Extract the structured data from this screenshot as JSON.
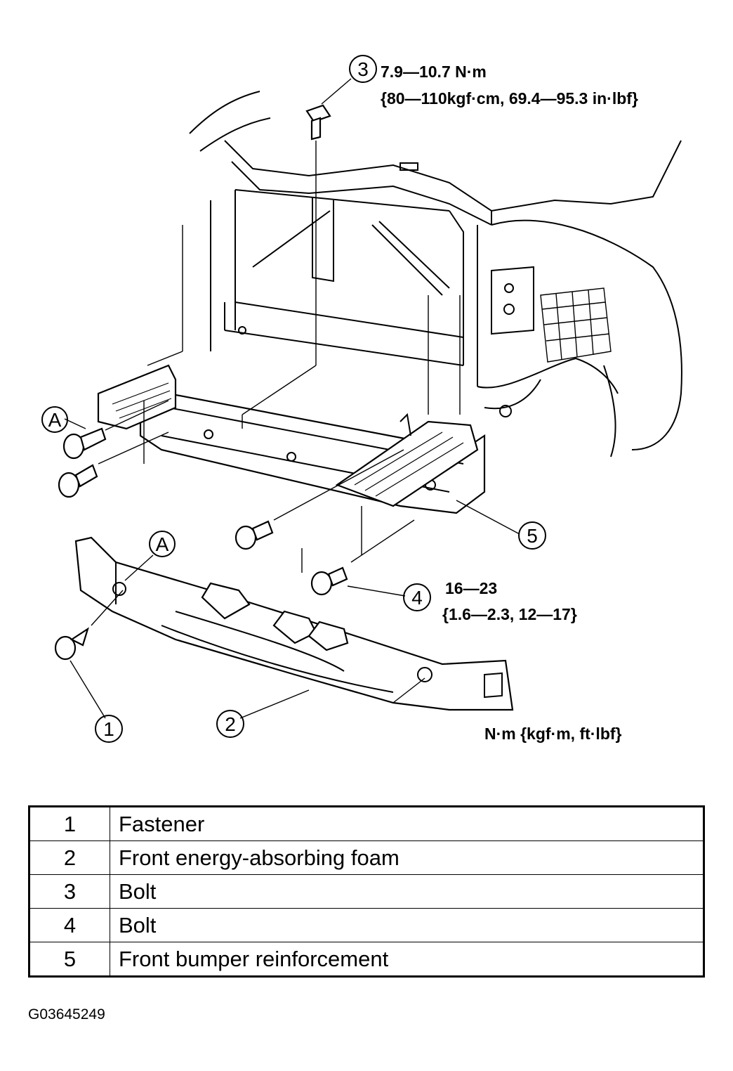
{
  "callouts": {
    "c1": "1",
    "c2": "2",
    "c3": "3",
    "c4": "4",
    "c5": "5",
    "a_left": "A",
    "a_foam": "A"
  },
  "torque": {
    "bolt3_line1": "7.9—10.7 N·m",
    "bolt3_line2": "{80—110kgf·cm, 69.4—95.3 in·lbf}",
    "bolt4_line1": "16—23",
    "bolt4_line2": "{1.6—2.3, 12—17}",
    "units_note": "N·m {kgf·m, ft·lbf}"
  },
  "parts": [
    {
      "num": "1",
      "name": "Fastener"
    },
    {
      "num": "2",
      "name": "Front energy-absorbing foam"
    },
    {
      "num": "3",
      "name": "Bolt"
    },
    {
      "num": "4",
      "name": "Bolt"
    },
    {
      "num": "5",
      "name": "Front bumper reinforcement"
    }
  ],
  "figure_id": "G03645249"
}
